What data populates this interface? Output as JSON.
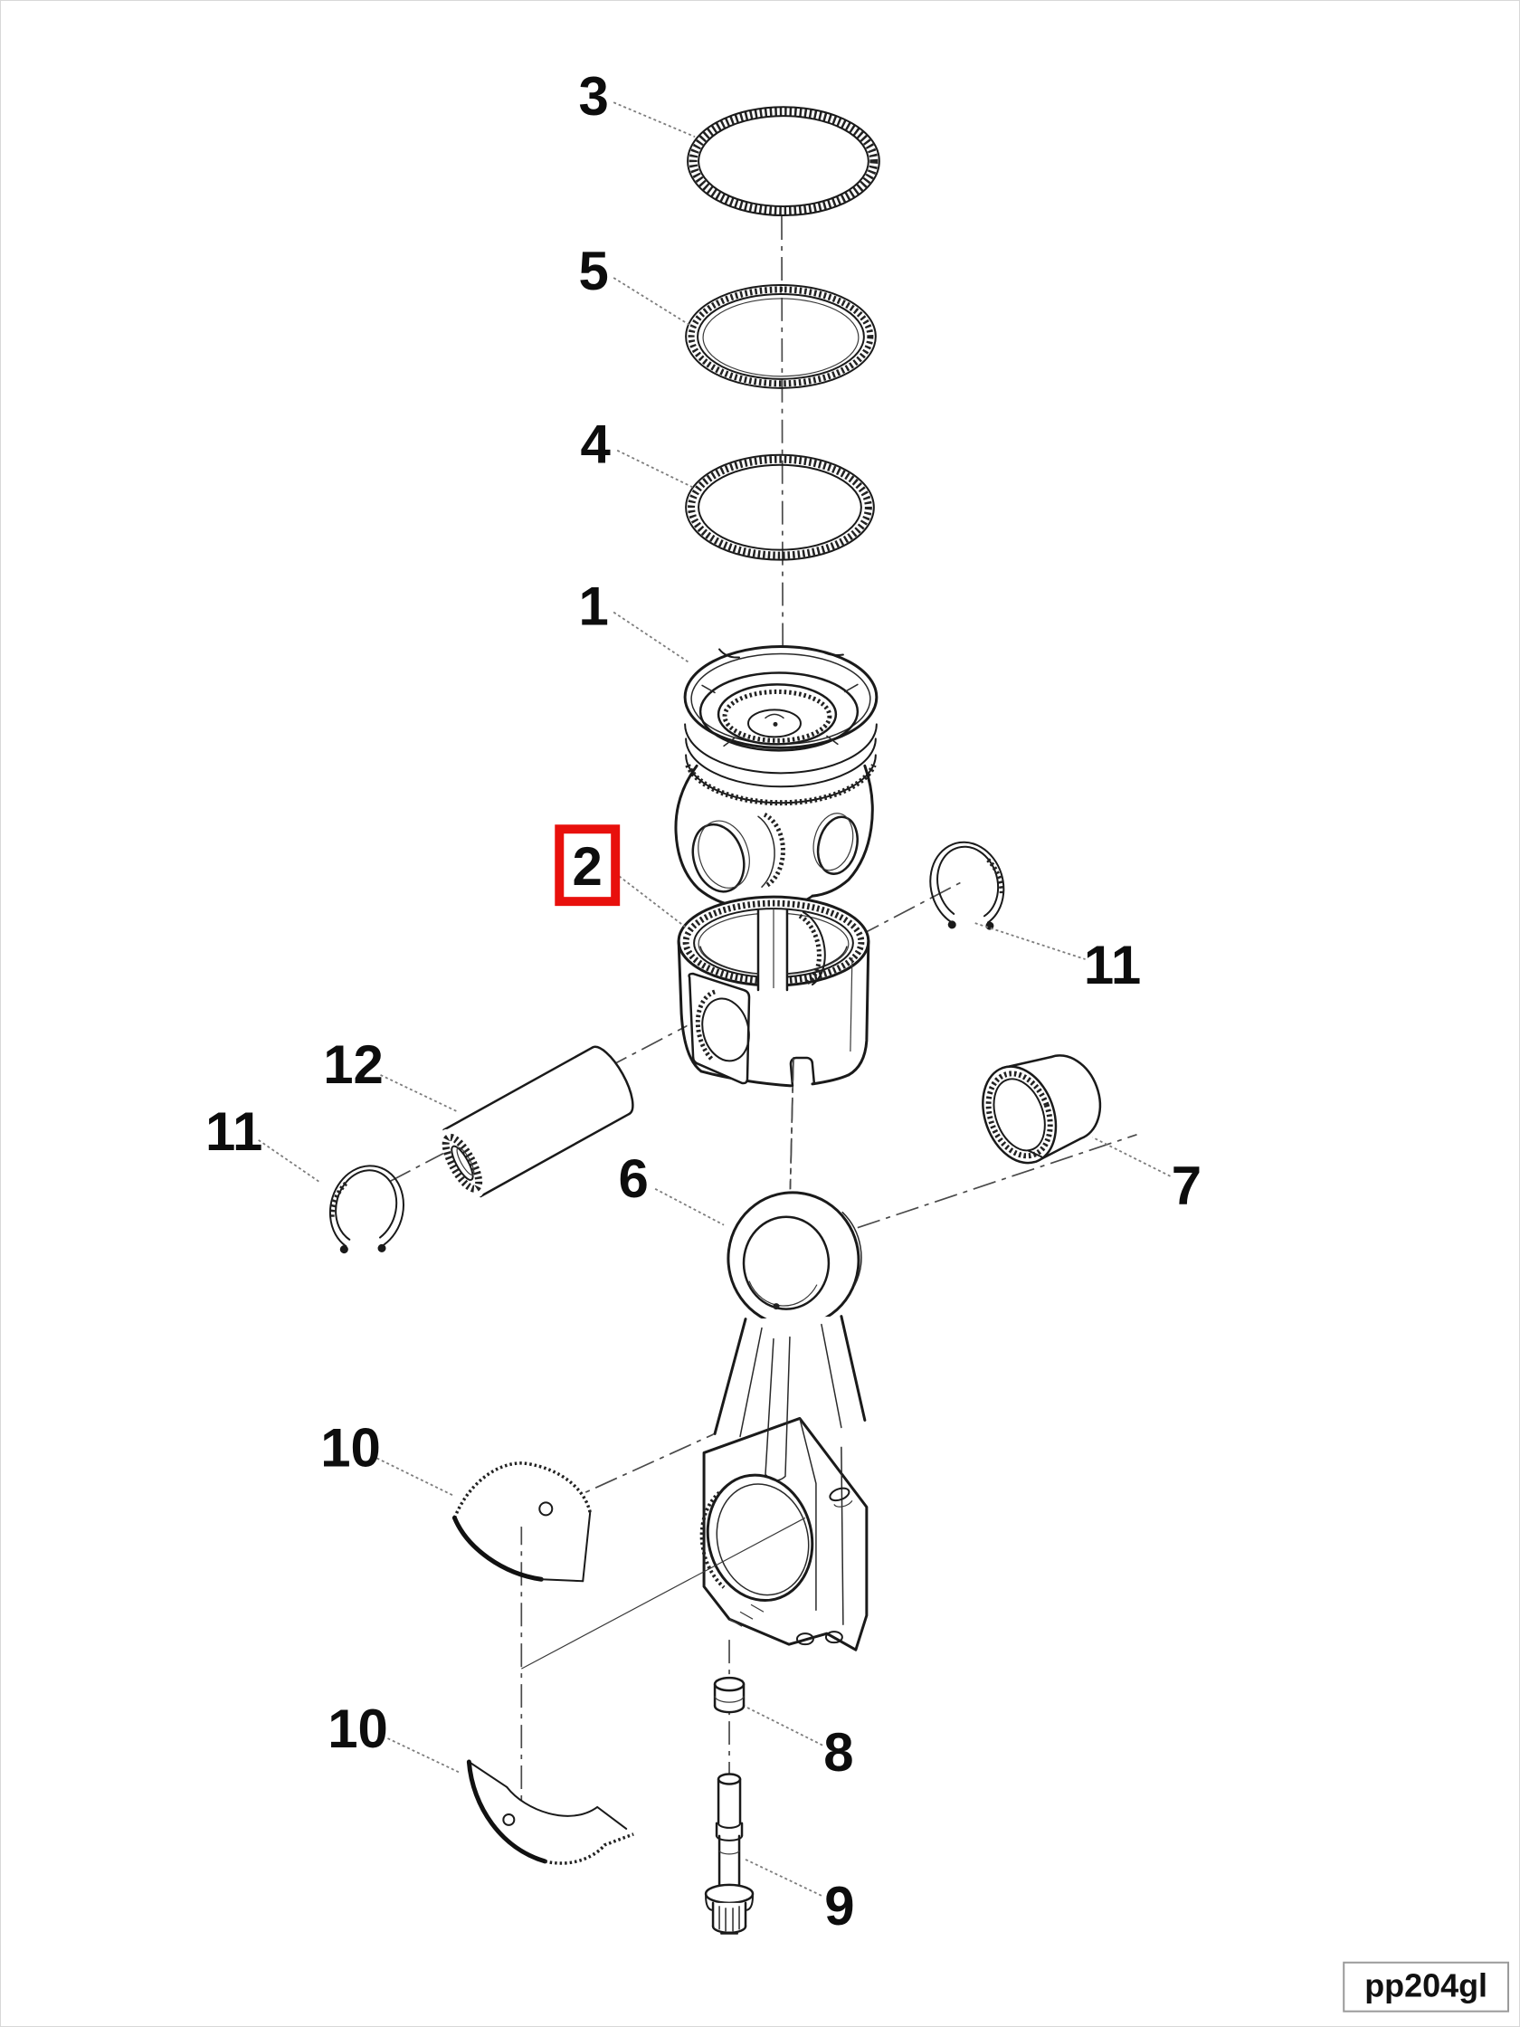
{
  "diagram_code": "pp204gl",
  "highlight_color": "#e8100c",
  "callouts": {
    "ring_top": "3",
    "ring_second": "5",
    "ring_oil": "4",
    "piston_crown": "1",
    "piston_skirt": "2",
    "circlip_right": "11",
    "piston_pin": "12",
    "circlip_left": "11",
    "connecting_rod": "6",
    "rod_bushing": "7",
    "bearing_upper": "10",
    "bearing_lower": "10",
    "dowel_sleeve": "8",
    "rod_bolt": "9"
  }
}
